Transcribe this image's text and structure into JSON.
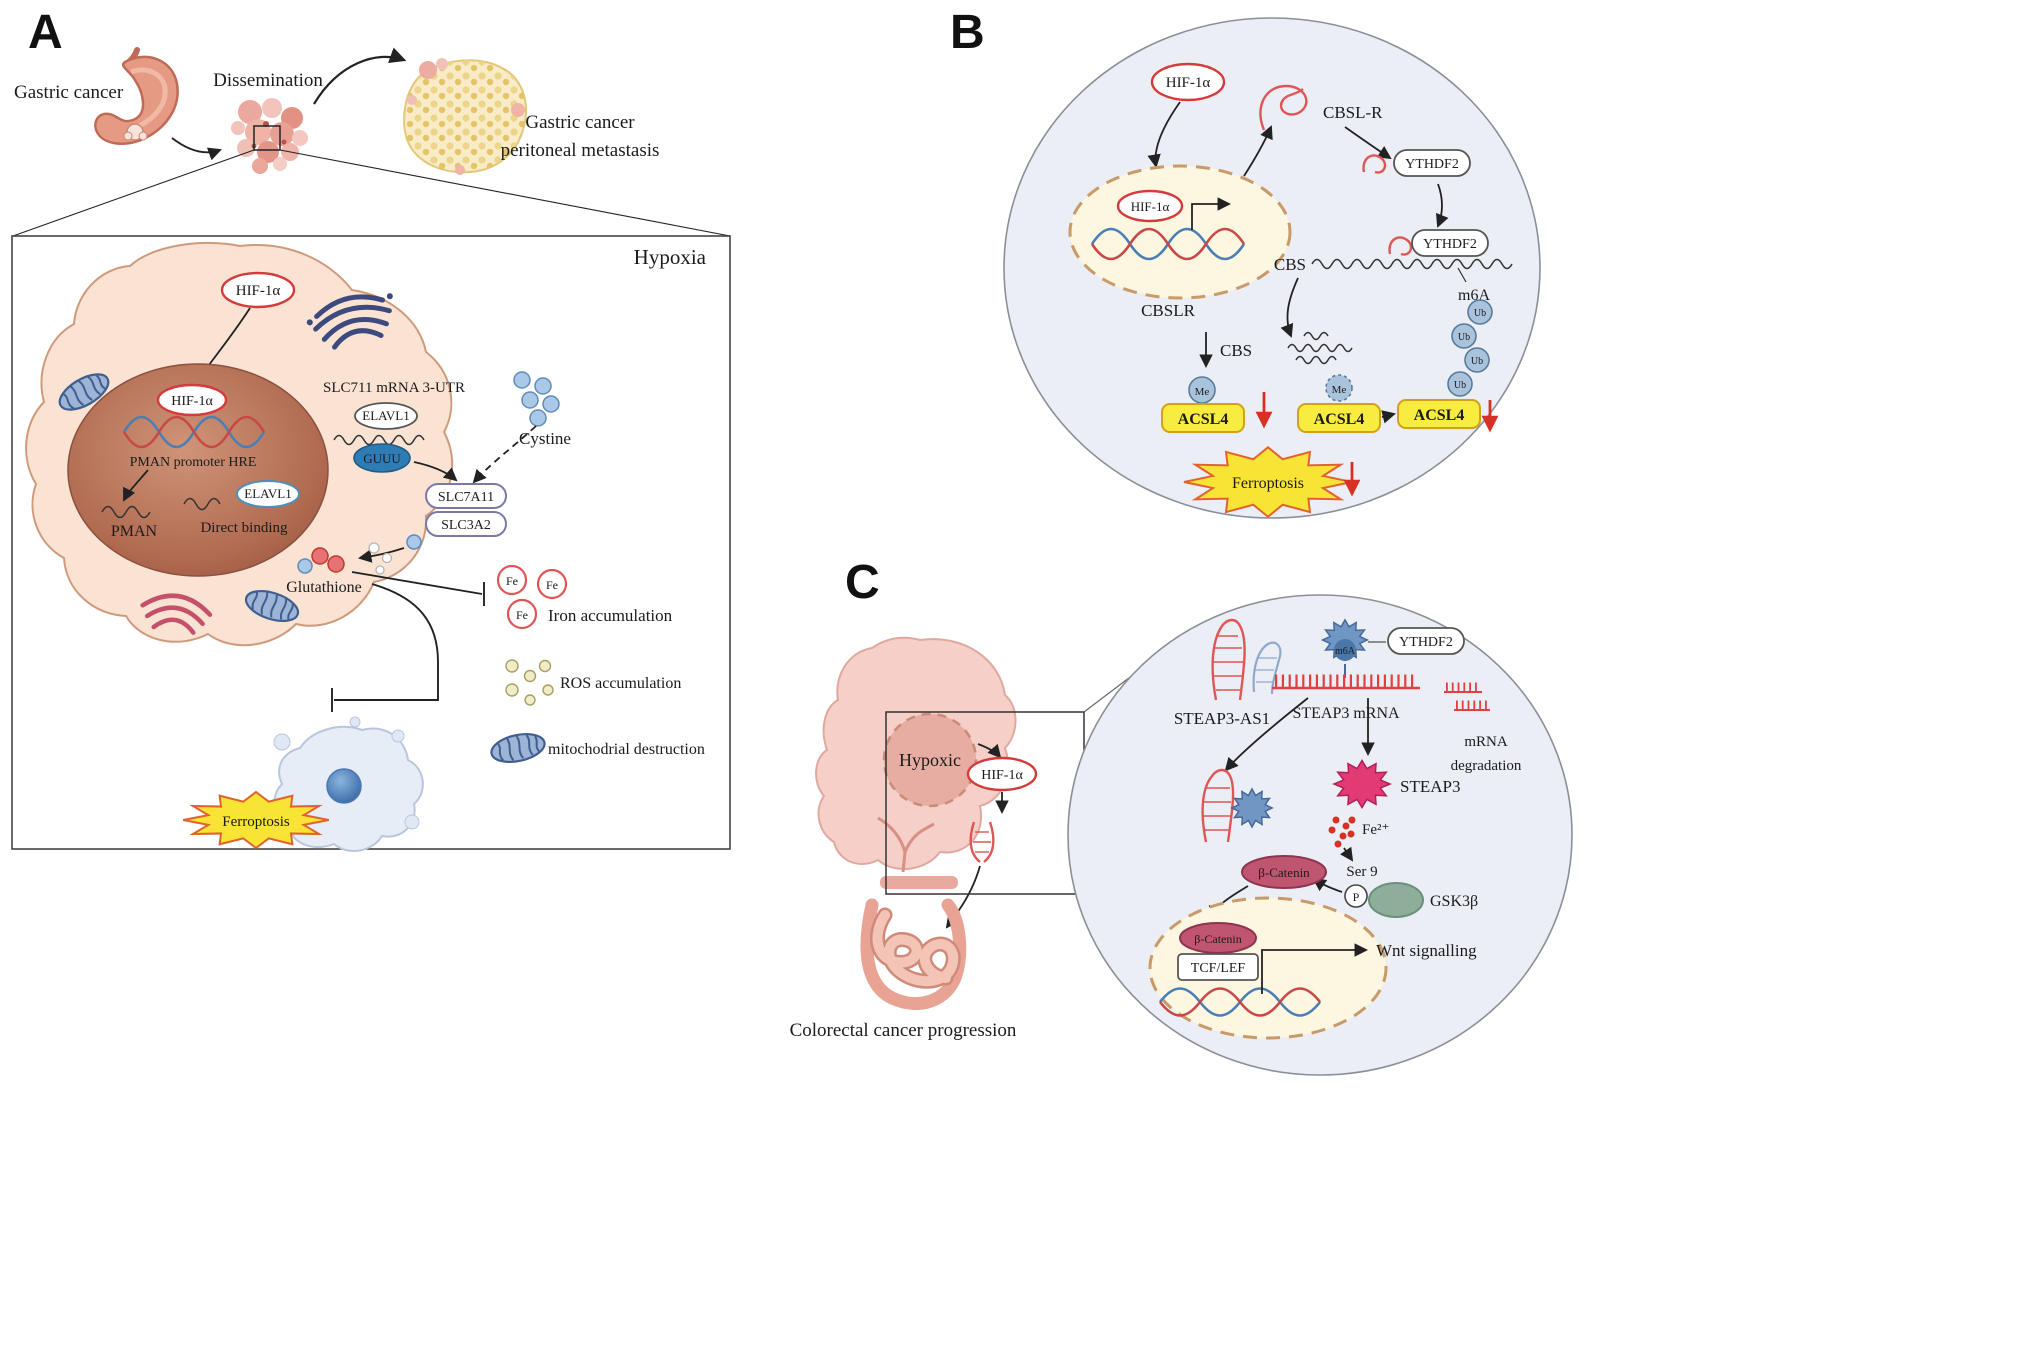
{
  "common": {
    "hif1a": "HIF-1α",
    "ythdf2": "YTHDF2",
    "ferroptosis": "Ferroptosis",
    "elavl1": "ELAVL1",
    "acsl4": "ACSL4",
    "me": "Me",
    "ub": "Ub",
    "cbs": "CBS",
    "beta_catenin": "β-Catenin",
    "fe": "Fe",
    "m6a": "m6A"
  },
  "panel_a": {
    "label": "A",
    "gastric_cancer": "Gastric cancer",
    "dissemination": "Dissemination",
    "peritoneal_line1": "Gastric cancer",
    "peritoneal_line2": "peritoneal metastasis",
    "hypoxia": "Hypoxia",
    "slc711_utr": "SLC711 mRNA 3-UTR",
    "pman_promoter_hre": "PMAN promoter HRE",
    "pman": "PMAN",
    "direct_binding": "Direct binding",
    "guuu": "GUUU",
    "slc7a11": "SLC7A11",
    "slc3a2": "SLC3A2",
    "cystine": "Cystine",
    "glutathione": "Glutathione",
    "iron_accumulation": "Iron accumulation",
    "ros_accumulation": "ROS accumulation",
    "mitochondrial_destruction": "mitochodrial destruction"
  },
  "panel_b": {
    "label": "B",
    "cbslr": "CBSLR",
    "cbsl_r": "CBSL-R"
  },
  "panel_c": {
    "label": "C",
    "hypoxic": "Hypoxic",
    "colorectal": "Colorectal cancer progression",
    "steap3_as1": "STEAP3-AS1",
    "steap3_mrna": "STEAP3 mRNA",
    "mrna_deg_line1": "mRNA",
    "mrna_deg_line2": "degradation",
    "steap3": "STEAP3",
    "fe2": "Fe²⁺",
    "ser9": "Ser 9",
    "p": "P",
    "gsk3b": "GSK3β",
    "tcf_lef": "TCF/LEF",
    "wnt": "Wnt signalling"
  }
}
